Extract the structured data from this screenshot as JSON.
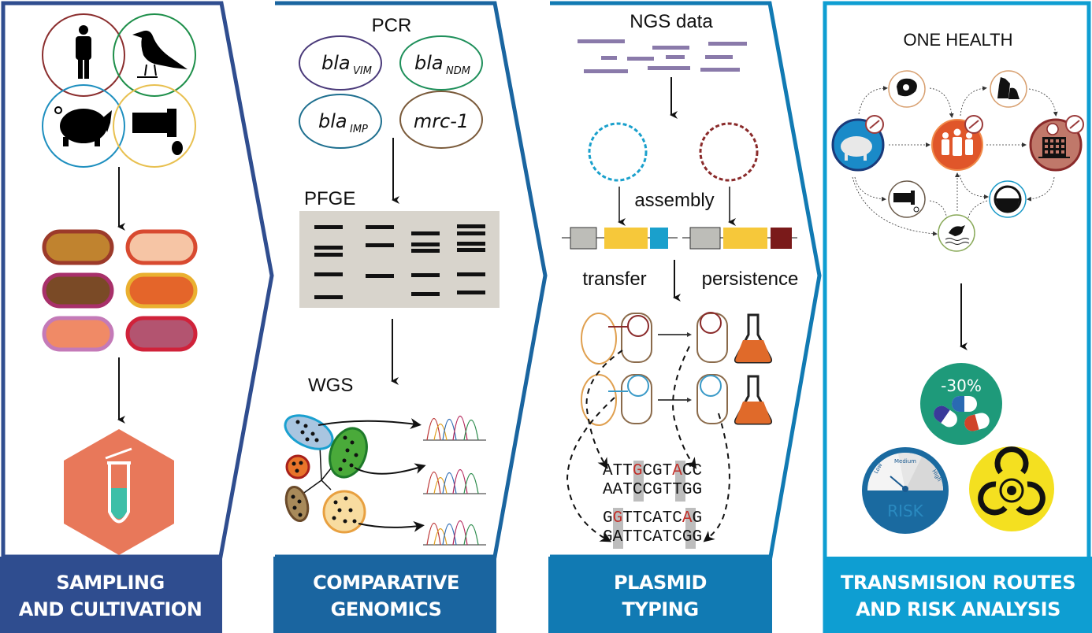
{
  "panels": [
    {
      "id": "sampling",
      "caption_line1": "SAMPLING",
      "caption_line2": "AND CULTIVATION",
      "color": "#2f4d8f",
      "sources": [
        "human",
        "bird",
        "pig",
        "wastewater"
      ],
      "colony_count": 6
    },
    {
      "id": "comparative",
      "caption_line1": "COMPARATIVE",
      "caption_line2": "GENOMICS",
      "color": "#1a65a0",
      "pcr_title": "PCR",
      "genes": [
        {
          "base": "bla",
          "sub": "VIM",
          "color": "#4a3a7a"
        },
        {
          "base": "bla",
          "sub": "NDM",
          "color": "#1e8f5a"
        },
        {
          "base": "bla",
          "sub": "IMP",
          "color": "#1e6f8f"
        },
        {
          "base": "mrc-1",
          "sub": "",
          "color": "#7a5a3a"
        }
      ],
      "pfge_title": "PFGE",
      "wgs_title": "WGS"
    },
    {
      "id": "plasmid",
      "caption_line1": "PLASMID",
      "caption_line2": "TYPING",
      "color": "#117ab3",
      "ngs_title": "NGS data",
      "assembly_label": "assembly",
      "transfer_label": "transfer",
      "persistence_label": "persistence",
      "sequences": [
        {
          "text": "ATTGCGTACC",
          "highlight": [
            3,
            7
          ]
        },
        {
          "text": "AATCCGTTGG",
          "highlight": [
            3,
            7
          ]
        },
        {
          "text": "GGTTCATCAG",
          "highlight": [
            1,
            8
          ]
        },
        {
          "text": "GATTCATCGG",
          "highlight": [
            1,
            8
          ]
        }
      ]
    },
    {
      "id": "transmission",
      "caption_line1": "TRANSMISION ROUTES",
      "caption_line2": "AND RISK ANALYSIS",
      "color": "#0e9ed2",
      "one_health_title": "ONE HEALTH",
      "reduction_label": "-30%",
      "gauge": {
        "low": "Low",
        "medium": "Medium",
        "high": "High",
        "label": "RISK"
      }
    }
  ]
}
